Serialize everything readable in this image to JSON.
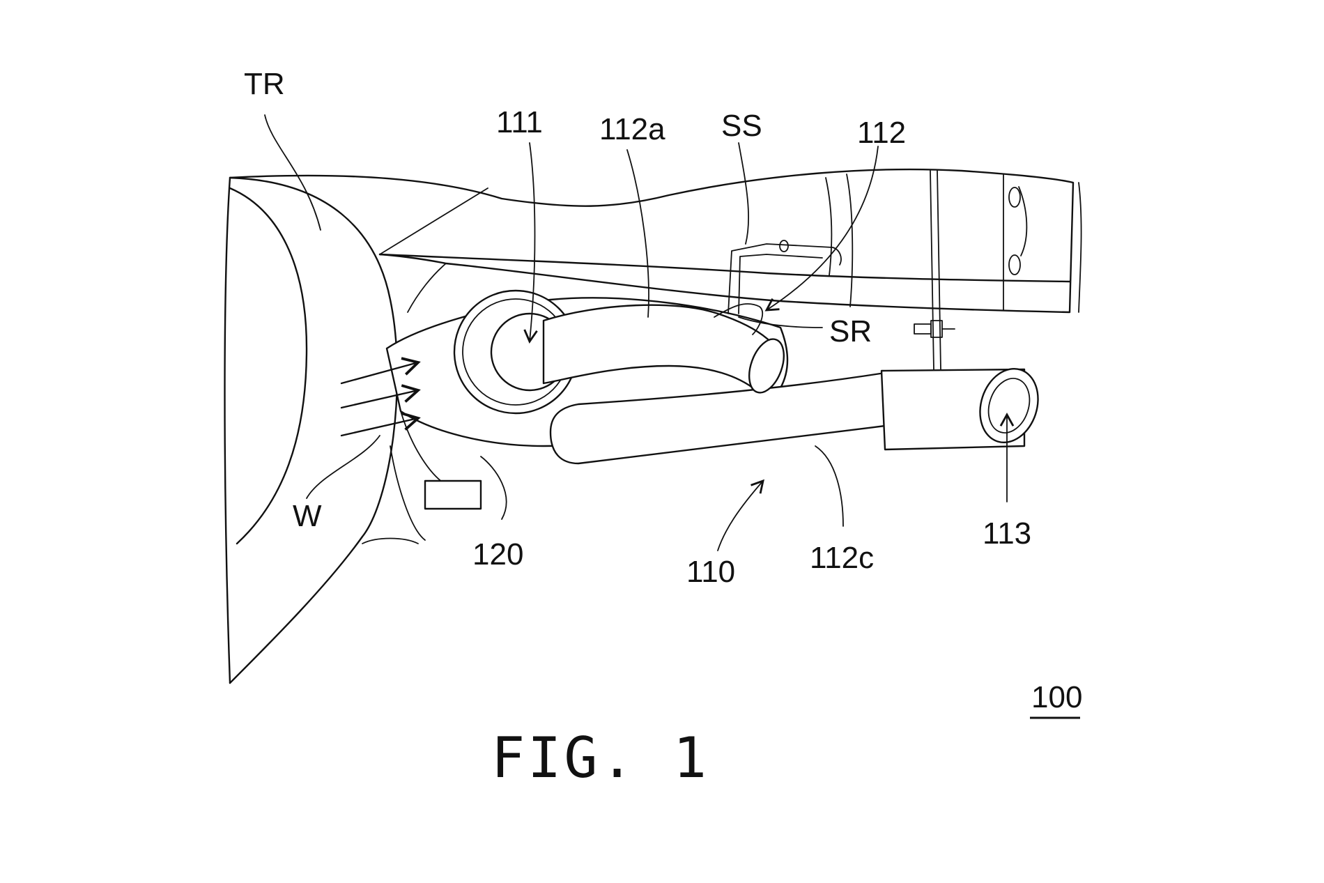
{
  "figure": {
    "caption": "FIG. 1",
    "reference_numeral": "100"
  },
  "labels": {
    "TR": "TR",
    "W": "W",
    "n111": "111",
    "n112a": "112a",
    "SS": "SS",
    "n112": "112",
    "SR": "SR",
    "n120": "120",
    "n110": "110",
    "n112c": "112c",
    "n113": "113"
  },
  "colors": {
    "line": "#111111",
    "background": "#ffffff"
  }
}
